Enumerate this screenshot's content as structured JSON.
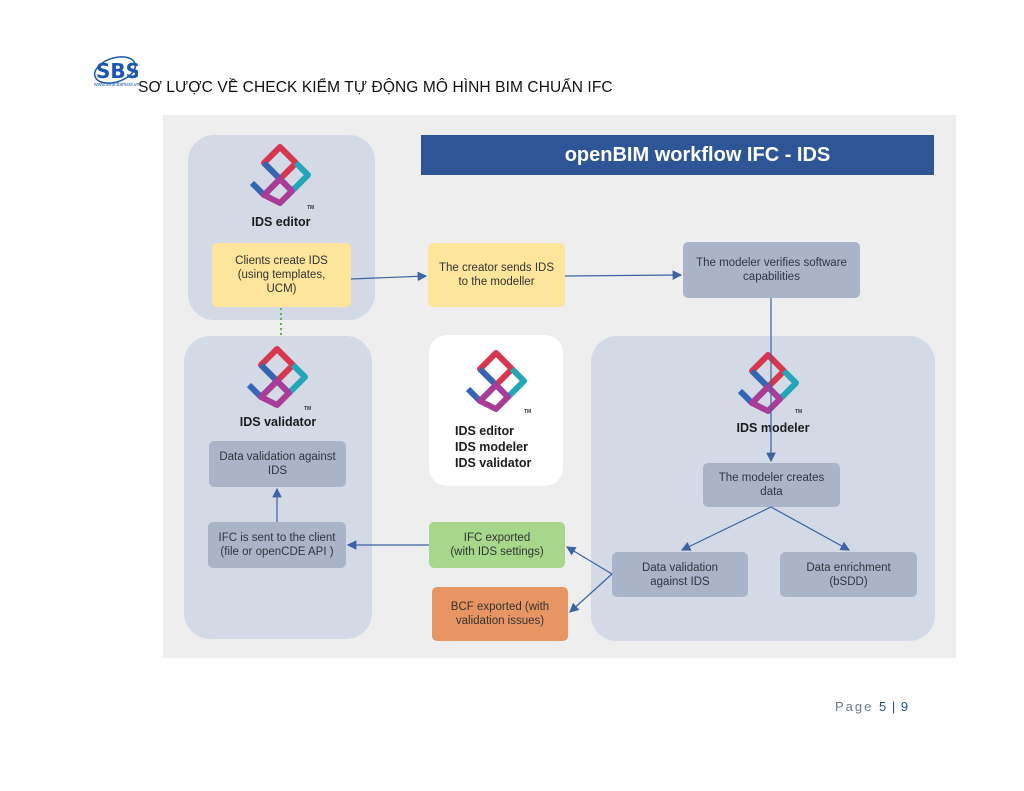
{
  "header": {
    "logo_text": "SBS",
    "logo_url": "www.structbimsol.vn",
    "title": "SƠ LƯỢC VỀ CHECK KIỂM TỰ ĐỘNG MÔ HÌNH BIM CHUẨN IFC"
  },
  "figure": {
    "banner": "openBIM workflow IFC - IDS",
    "panels": {
      "editor_label": "IDS editor",
      "validator_label": "IDS validator",
      "modeler_label": "IDS modeler",
      "legend": [
        "IDS editor",
        "IDS modeler",
        "IDS validator"
      ],
      "trademark": "TM"
    },
    "boxes": {
      "clients_create": "Clients create IDS\n(using templates,\nUCM)",
      "creator_sends": "The creator sends IDS\nto the modeller",
      "modeler_verifies": "The modeler verifies software\ncapabilities",
      "modeler_creates": "The modeler creates\ndata",
      "data_validation_ids": "Data validation\nagainst IDS",
      "data_enrichment": "Data enrichment\n(bSDD)",
      "ifc_exported": "IFC exported\n(with IDS settings)",
      "bcf_exported": "BCF exported (with\nvalidation issues)",
      "ifc_sent": "IFC is sent to the client\n(file or openCDE API )",
      "data_validation_against": "Data validation against\nIDS"
    },
    "colors": {
      "banner": "#2e5596",
      "panel": "#d3d9e5",
      "yellow": "#fde59b",
      "grey": "#a9b4c8",
      "green": "#a6d78b",
      "orange": "#e79563",
      "arrow": "#3d63a3",
      "dotted_link": "#5fb547"
    }
  },
  "footer": {
    "page_word": "Page",
    "page_number": "5",
    "separator": "|",
    "total_pages": "9"
  }
}
